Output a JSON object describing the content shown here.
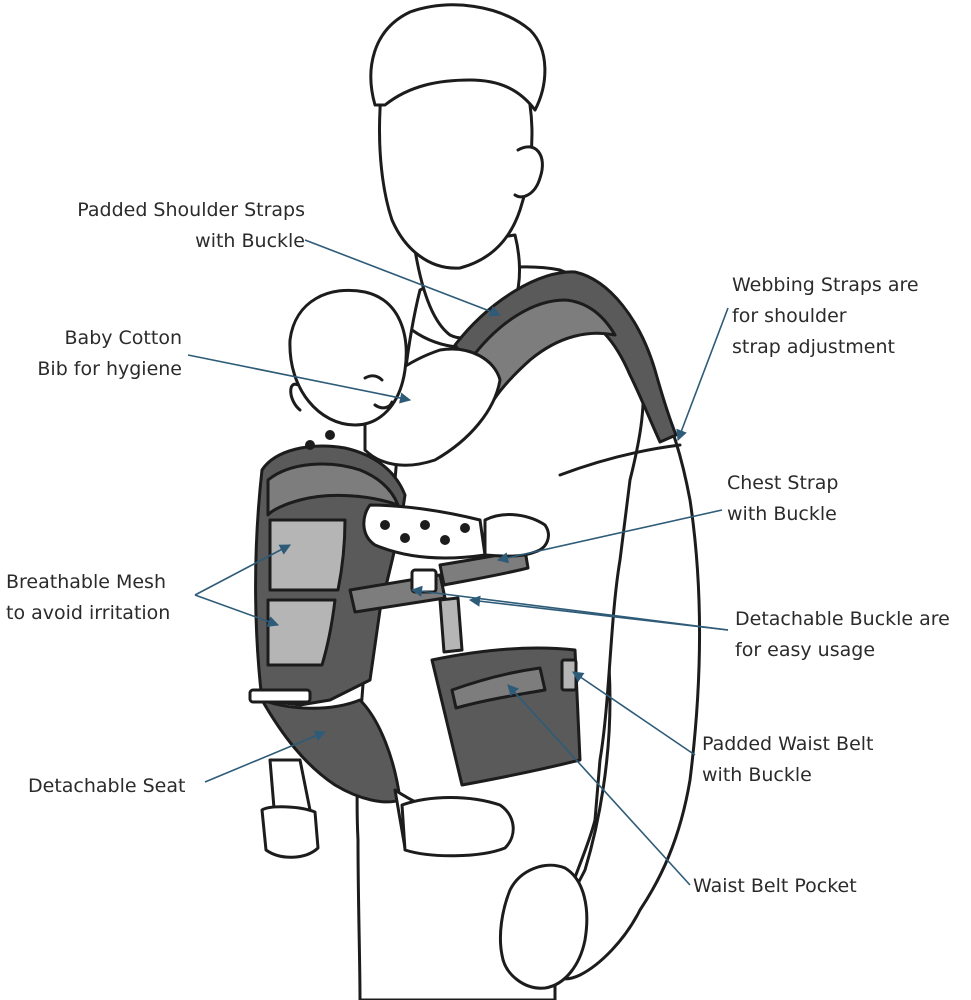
{
  "labels": {
    "padded_shoulder_straps": [
      "Padded Shoulder Straps",
      "with Buckle"
    ],
    "baby_cotton_bib": [
      "Baby Cotton",
      "Bib for hygiene"
    ],
    "breathable_mesh": [
      "Breathable Mesh",
      "to avoid irritation"
    ],
    "detachable_seat": [
      "Detachable Seat"
    ],
    "webbing_straps": [
      "Webbing Straps are",
      "for shoulder",
      "strap adjustment"
    ],
    "chest_strap": [
      "Chest Strap",
      "with Buckle"
    ],
    "detachable_buckle": [
      "Detachable Buckle are",
      "for easy usage"
    ],
    "padded_waist_belt": [
      "Padded Waist Belt",
      "with Buckle"
    ],
    "waist_belt_pocket": [
      "Waist Belt Pocket"
    ]
  },
  "colors": {
    "leader_line": "#2e5b78",
    "outline": "#1c1c1c",
    "carrier_dark": "#5a5a5a",
    "carrier_mid": "#7d7d7d",
    "mesh_light": "#b5b5b5",
    "text": "#2b2b2b"
  }
}
